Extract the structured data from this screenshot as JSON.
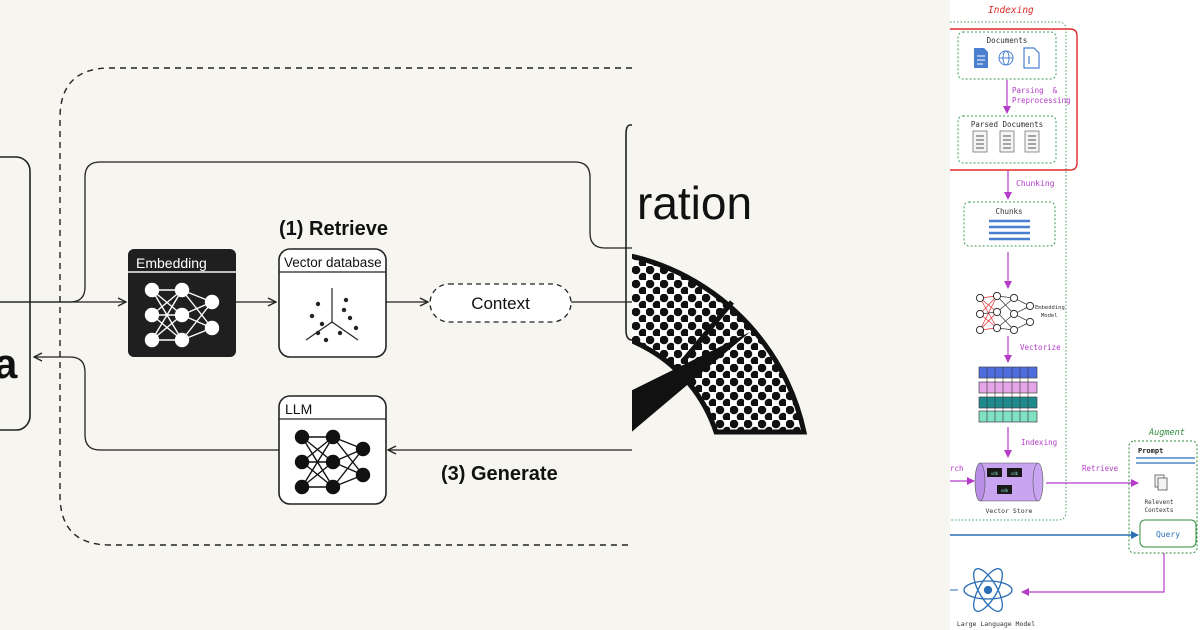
{
  "left_diagram": {
    "embedding_label": "Embedding",
    "vector_db_label": "Vector database",
    "retrieve_label": "(1) Retrieve",
    "context_label": "Context",
    "llm_label": "LLM",
    "generate_label": "(3) Generate"
  },
  "middle_panel": {
    "title_fragment": "ration"
  },
  "right_diagram": {
    "indexing_title": "Indexing",
    "documents_label": "Documents",
    "parsing_label_line1": "Parsing  &",
    "parsing_label_line2": "Preprocessing",
    "parsed_documents_label": "Parsed Documents",
    "chunking_label": "Chunking",
    "chunks_label": "Chunks",
    "embedding_model_line1": "Embedding",
    "embedding_model_line2": "Model",
    "vectorize_label": "Vectorize",
    "indexing_arrow_label": "Indexing",
    "search_fragment": "rch",
    "vector_store_label": "Vector Store",
    "retrieve_label": "Retrieve",
    "augment_title": "Augment",
    "prompt_label": "Prompt",
    "relevant_contexts_line1": "Relevent",
    "relevant_contexts_line2": "Contexts",
    "query_label": "Query",
    "llm_label": "Large Language Model",
    "store_cell_labels": [
      "vdb",
      "vdb",
      "vdb"
    ],
    "colors": {
      "indexing_red": "#e02b2b",
      "arrow_purple": "#b53cc9",
      "frame_green": "#3a9a5a",
      "chunk_blue": "#4a7fd0",
      "query_blue": "#2a6fb8",
      "augment_green": "#2e8b3e",
      "vec_blue": "#4f6de0",
      "vec_pink": "#e6a5e8",
      "vec_teal": "#1e8a8e",
      "vec_mint": "#7fe0c4",
      "store_purple": "#c9a4f0"
    }
  }
}
